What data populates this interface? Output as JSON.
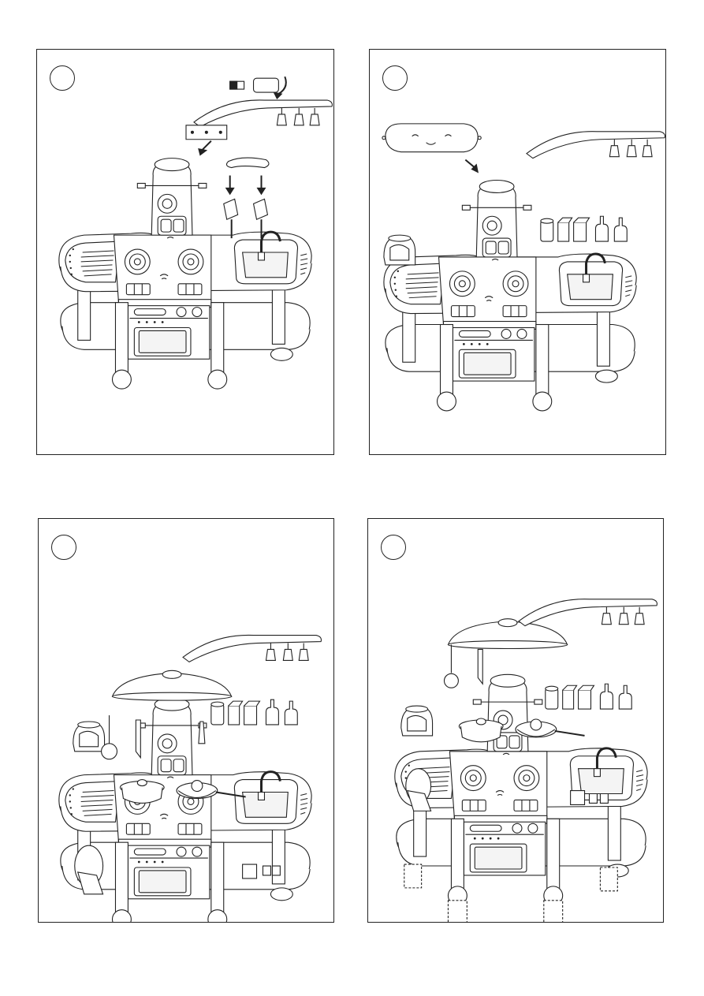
{
  "document": {
    "steps": [
      {
        "number": "",
        "illustration": "kitchen-assembly-step-1"
      },
      {
        "number": "",
        "illustration": "kitchen-assembly-step-2"
      },
      {
        "number": "",
        "illustration": "kitchen-assembly-step-3"
      },
      {
        "number": "",
        "illustration": "kitchen-assembly-step-4"
      }
    ]
  }
}
